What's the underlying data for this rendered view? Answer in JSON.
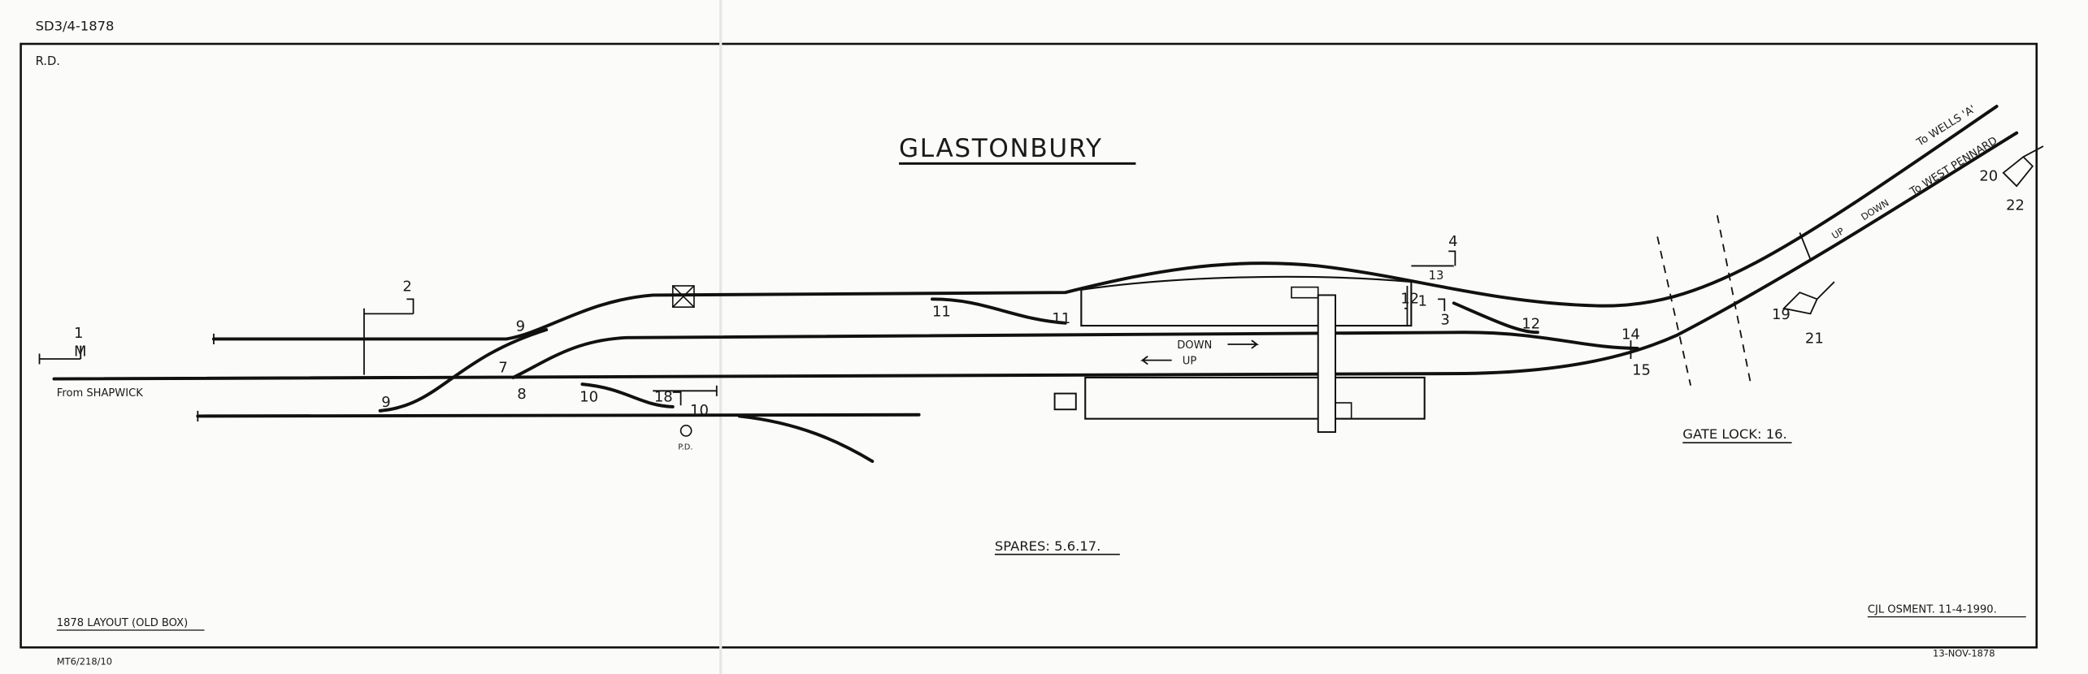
{
  "header": {
    "reference": "SD3/4-1878",
    "corner_note": "R.D.",
    "title": "GLASTONBURY"
  },
  "directions": {
    "from_left": "From SHAPWICK",
    "to_wells": "To WELLS 'A'",
    "to_west_pennard": "To WEST PENNARD"
  },
  "line_labels": {
    "down": "DOWN",
    "up": "UP",
    "down_branch": "DOWN",
    "up_branch": "UP"
  },
  "numbers": {
    "s1": "1",
    "s1_m": "M",
    "s2": "2",
    "p9a": "9",
    "p9b": "9",
    "p7": "7",
    "p8": "8",
    "p10a": "10",
    "p10b": "10",
    "s18": "18",
    "pd": "P.D.",
    "p11a": "11",
    "p11b": "11",
    "s4": "4",
    "s13": "13",
    "p12a": "12",
    "p1": "1",
    "s3": "3",
    "p12b": "12",
    "p14": "14",
    "p15": "15",
    "s19": "19",
    "s21": "21",
    "s20": "20",
    "s22": "22"
  },
  "notes": {
    "gate_lock": "GATE LOCK: 16.",
    "spares": "SPARES: 5.6.17.",
    "layout": "1878 LAYOUT (OLD BOX)",
    "author": "CJL OSMENT. 11-4-1990.",
    "file_ref": "MT6/218/10",
    "date": "13-NOV-1878"
  }
}
